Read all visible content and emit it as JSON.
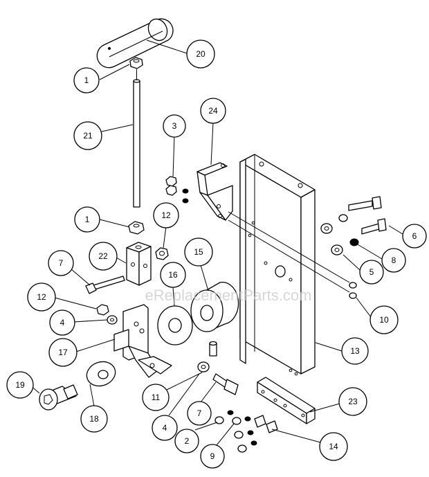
{
  "watermark": "eReplacementParts.com",
  "callouts": [
    {
      "id": "c20a",
      "label": "20"
    },
    {
      "id": "c1a",
      "label": "1"
    },
    {
      "id": "c21",
      "label": "21"
    },
    {
      "id": "c1b",
      "label": "1"
    },
    {
      "id": "c12a",
      "label": "12"
    },
    {
      "id": "c22",
      "label": "22"
    },
    {
      "id": "c7a",
      "label": "7"
    },
    {
      "id": "c12b",
      "label": "12"
    },
    {
      "id": "c4a",
      "label": "4"
    },
    {
      "id": "c17",
      "label": "17"
    },
    {
      "id": "c16",
      "label": "16"
    },
    {
      "id": "c15",
      "label": "15"
    },
    {
      "id": "c3",
      "label": "3"
    },
    {
      "id": "c24",
      "label": "24"
    },
    {
      "id": "c6",
      "label": "6"
    },
    {
      "id": "c8",
      "label": "8"
    },
    {
      "id": "c5",
      "label": "5"
    },
    {
      "id": "c10",
      "label": "10"
    },
    {
      "id": "c13",
      "label": "13"
    },
    {
      "id": "c23",
      "label": "23"
    },
    {
      "id": "c14",
      "label": "14"
    },
    {
      "id": "c19",
      "label": "19"
    },
    {
      "id": "c18",
      "label": "18"
    },
    {
      "id": "c11",
      "label": "11"
    },
    {
      "id": "c4b",
      "label": "4"
    },
    {
      "id": "c7b",
      "label": "7"
    },
    {
      "id": "c2",
      "label": "2"
    },
    {
      "id": "c9",
      "label": "9"
    }
  ]
}
